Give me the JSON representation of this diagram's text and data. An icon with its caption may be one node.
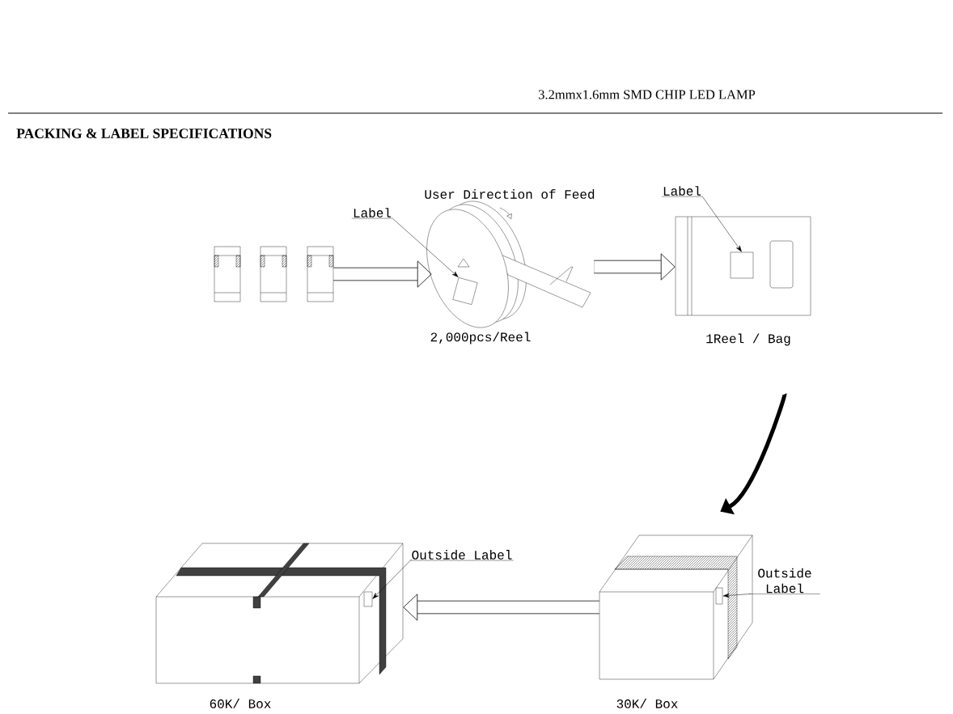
{
  "diagram": {
    "title": "PACKING & LABEL SPECIFICATIONS",
    "nodes": [
      {
        "text": [],
        "shape": "picture"
      },
      {
        "text": [],
        "shape": "picture",
        "beside": [
          "2,000pcs/Reel"
        ]
      },
      {
        "text": [
          "Label"
        ]
      },
      {
        "text": [],
        "shape": "box",
        "in": 1
      },
      {
        "text": [],
        "shape": "picture",
        "beside": [
          "1Reel / Bag"
        ]
      },
      {
        "text": [
          "Label"
        ]
      },
      {
        "text": [],
        "shape": "box",
        "in": 4
      },
      {
        "text": [],
        "shape": "picture",
        "beside": [
          "30K/ Box"
        ]
      },
      {
        "text": [
          "Outside Label"
        ]
      },
      {
        "text": [],
        "shape": "box",
        "in": 7
      },
      {
        "text": [],
        "shape": "picture",
        "beside": [
          "60K/ Box"
        ]
      },
      {
        "text": [
          "Outside Label"
        ]
      },
      {
        "text": [],
        "shape": "box",
        "in": 10
      }
    ],
    "edges": [
      {
        "from": 0,
        "to": 1,
        "arrow": "to",
        "style": "thick"
      },
      {
        "from": 1,
        "to": 4,
        "arrow": "to",
        "style": "thick"
      },
      {
        "from": 4,
        "to": 7,
        "arrow": "to",
        "style": "thick"
      },
      {
        "from": 7,
        "to": 10,
        "arrow": "to",
        "style": "thick"
      },
      {
        "from": 2,
        "to": 3,
        "arrow": "to"
      },
      {
        "from": 5,
        "to": 6,
        "arrow": "to"
      },
      {
        "from": 8,
        "to": 9,
        "arrow": "to"
      },
      {
        "from": 11,
        "to": 12,
        "arrow": "to"
      }
    ],
    "labels": [
      "3.2mmx1.6mm SMD CHIP LED LAMP",
      "User Direction of Feed"
    ]
  }
}
